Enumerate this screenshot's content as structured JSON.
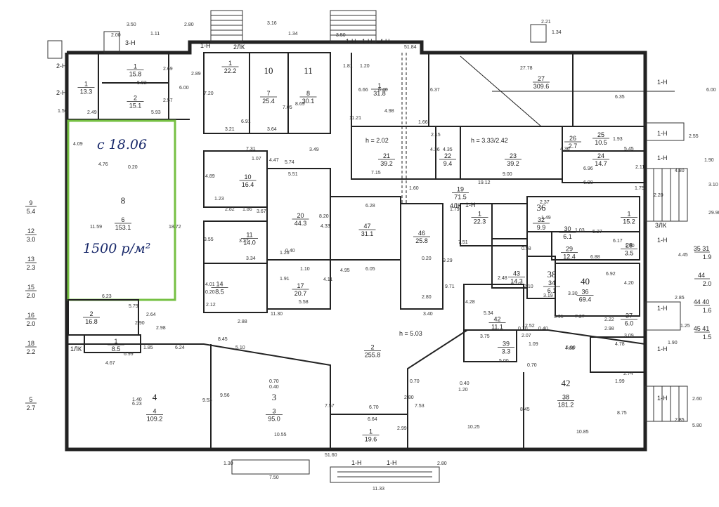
{
  "overlay": {
    "handwritten_date": "с 18.06",
    "handwritten_price": "1500 р/м²",
    "highlight_color": "#76c043"
  },
  "rooms": [
    {
      "id": "r-15-8",
      "num": "1",
      "area": "15.8"
    },
    {
      "id": "r-15-1",
      "num": "2",
      "area": "15.1"
    },
    {
      "id": "r-13-3",
      "num": "1",
      "area": "13.3"
    },
    {
      "id": "r-22-2",
      "num": "1",
      "area": "22.2"
    },
    {
      "id": "r-25-4",
      "num": "7",
      "area": "25.4",
      "label": "10"
    },
    {
      "id": "r-30-1",
      "num": "8",
      "area": "30.1",
      "label": "11"
    },
    {
      "id": "r-31-8",
      "num": "1",
      "area": "31.8"
    },
    {
      "id": "r-309-6",
      "num": "27",
      "area": "309.6"
    },
    {
      "id": "r-153-1",
      "num": "6",
      "area": "153.1",
      "label": "8"
    },
    {
      "id": "r-16-8",
      "num": "2",
      "area": "16.8"
    },
    {
      "id": "r-8-5a",
      "num": "1",
      "area": "8.5"
    },
    {
      "id": "r-16-4",
      "num": "10",
      "area": "16.4"
    },
    {
      "id": "r-14-0",
      "num": "11",
      "area": "14.0"
    },
    {
      "id": "r-8-5b",
      "num": "14",
      "area": "8.5"
    },
    {
      "id": "r-44-3",
      "num": "20",
      "area": "44.3"
    },
    {
      "id": "r-20-7",
      "num": "17",
      "area": "20.7"
    },
    {
      "id": "r-31-1",
      "num": "47",
      "area": "31.1"
    },
    {
      "id": "r-25-8",
      "num": "46",
      "area": "25.8"
    },
    {
      "id": "r-39-2a",
      "num": "21",
      "area": "39.2"
    },
    {
      "id": "r-9-4",
      "num": "22",
      "area": "9.4"
    },
    {
      "id": "r-39-2b",
      "num": "23",
      "area": "39.2"
    },
    {
      "id": "r-10-5",
      "num": "25",
      "area": "10.5"
    },
    {
      "id": "r-14-7",
      "num": "24",
      "area": "14.7"
    },
    {
      "id": "r-2-7",
      "num": "26",
      "area": "2.7"
    },
    {
      "id": "r-71-5",
      "num": "19",
      "area": "71.5"
    },
    {
      "id": "r-22-3",
      "num": "1",
      "area": "22.3"
    },
    {
      "id": "r-9-9",
      "num": "32",
      "area": "9.9",
      "label": "36"
    },
    {
      "id": "r-15-2",
      "num": "1",
      "area": "15.2"
    },
    {
      "id": "r-12-4",
      "num": "29",
      "area": "12.4"
    },
    {
      "id": "r-3-5",
      "num": "28",
      "area": "3.5"
    },
    {
      "id": "r-6-1a",
      "num": "30",
      "area": "6.1"
    },
    {
      "id": "r-14-3",
      "num": "43",
      "area": "14.3"
    },
    {
      "id": "r-6-1b",
      "num": "34",
      "area": "6.1",
      "label": "38"
    },
    {
      "id": "r-69-4",
      "num": "36",
      "area": "69.4",
      "label": "40"
    },
    {
      "id": "r-6-0",
      "num": "37",
      "area": "6.0"
    },
    {
      "id": "r-11-1",
      "num": "42",
      "area": "11.1"
    },
    {
      "id": "r-255-8",
      "num": "2",
      "area": "255.8"
    },
    {
      "id": "r-109-2",
      "num": "4",
      "area": "109.2",
      "label": "4"
    },
    {
      "id": "r-95-0",
      "num": "3",
      "area": "95.0",
      "label": "3"
    },
    {
      "id": "r-19-6",
      "num": "1",
      "area": "19.6"
    },
    {
      "id": "r-181-2",
      "num": "38",
      "area": "181.2",
      "label": "42"
    },
    {
      "id": "r-3-3",
      "num": "39",
      "area": "3.3"
    }
  ],
  "exits": [
    "1-Н",
    "2ЛК",
    "1-Н",
    "1-Н",
    "4-Н",
    "3-Н",
    "2-Н",
    "2-Н",
    "1-Н",
    "1-Н",
    "1-Н",
    "1-Н",
    "1-Н",
    "3ЛК",
    "1-Н",
    "1-Н",
    "1-Н",
    "1ЛК",
    "4ЛК",
    "1-Н",
    "1-Н"
  ],
  "annotations": {
    "h1": "h = 2.02",
    "h2": "h = 3.33/2.42",
    "h3": "h = 5.03"
  },
  "side_legend": [
    {
      "n": "9",
      "a": "5.4"
    },
    {
      "n": "12",
      "a": "3.0"
    },
    {
      "n": "13",
      "a": "2.3"
    },
    {
      "n": "15",
      "a": "2.0"
    },
    {
      "n": "16",
      "a": "2.0"
    },
    {
      "n": "18",
      "a": "2.2"
    },
    {
      "n": "5",
      "a": "2.7"
    }
  ],
  "right_legend": [
    {
      "n": "35 31",
      "a": "1.9"
    },
    {
      "n": "44",
      "a": "2.0"
    },
    {
      "n": "44 40",
      "a": "1.6"
    },
    {
      "n": "45 41",
      "a": "1.5"
    }
  ],
  "dims": [
    "3.50",
    "2.80",
    "1.11",
    "2.00",
    "3.16",
    "1.34",
    "3.50",
    "2.21",
    "1.34",
    "51.84",
    "1.81",
    "1.20",
    "27.78",
    "6.00",
    "5.92",
    "2.69",
    "2.57",
    "5.93",
    "2.49",
    "1.50",
    "2.89",
    "6.00",
    "7.20",
    "6.91",
    "3.21",
    "3.64",
    "7.05",
    "8.69",
    "3.49",
    "7.31",
    "6.66",
    "6.46",
    "6.37",
    "4.98",
    "1.66",
    "11.21",
    "6.35",
    "4.09",
    "4.76",
    "0.20",
    "11.59",
    "18.72",
    "6.23",
    "5.79",
    "2.90",
    "2.64",
    "2.98",
    "6.24",
    "8.45",
    "5.10",
    "5.00",
    "2.55",
    "1.90",
    "4.80",
    "3.10",
    "2.20",
    "29.90",
    "4.45",
    "2.85",
    "1.25",
    "1.90",
    "2.60",
    "5.80",
    "2.85",
    "51.60",
    "7.50",
    "11.33",
    "1.30",
    "2.80",
    "10.55",
    "10.25",
    "10.85",
    "9.53",
    "9.56",
    "7.57",
    "7.53",
    "6.70",
    "6.64",
    "2.99",
    "2.80",
    "8.45",
    "8.75",
    "9.71",
    "3.40",
    "2.80",
    "9.29",
    "4.28",
    "5.34",
    "4.95",
    "4.33",
    "6.05",
    "6.28",
    "8.20",
    "5.51",
    "5.74",
    "1.07",
    "4.47",
    "4.89",
    "1.23",
    "2.82",
    "1.86",
    "3.67",
    "3.55",
    "3.27",
    "3.34",
    "1.26",
    "0.40",
    "1.91",
    "1.10",
    "4.11",
    "5.58",
    "11.30",
    "2.12",
    "0.20",
    "4.01",
    "2.88",
    "7.15",
    "1.60",
    "19.12",
    "9.00",
    "6.96",
    "6.98",
    "2.11",
    "1.75",
    "1.93",
    "5.45",
    "4.36",
    "4.35",
    "4.36",
    "2.15",
    "1.79",
    "7.51",
    "2.37",
    "1.49",
    "1.03",
    "5.27",
    "6.17",
    "1.90",
    "6.88",
    "6.92",
    "4.20",
    "3.30",
    "3.91",
    "7.27",
    "2.22",
    "2.98",
    "3.09",
    "4.78",
    "2.74",
    "1.99",
    "4.88",
    "5.00",
    "3.75",
    "2.52",
    "2.07",
    "1.09",
    "0.70",
    "0.70",
    "0.40",
    "0.20",
    "0.58",
    "2.10",
    "2.48",
    "3.19",
    "6.99",
    "1.85",
    "4.67",
    "1.40",
    "6.23",
    "0.70",
    "0.40",
    "0.70",
    "0.40",
    "1.20",
    "0.70"
  ],
  "colors": {
    "wall": "#222222",
    "highlight": "#76c043",
    "ink": "#1a2a6b"
  }
}
